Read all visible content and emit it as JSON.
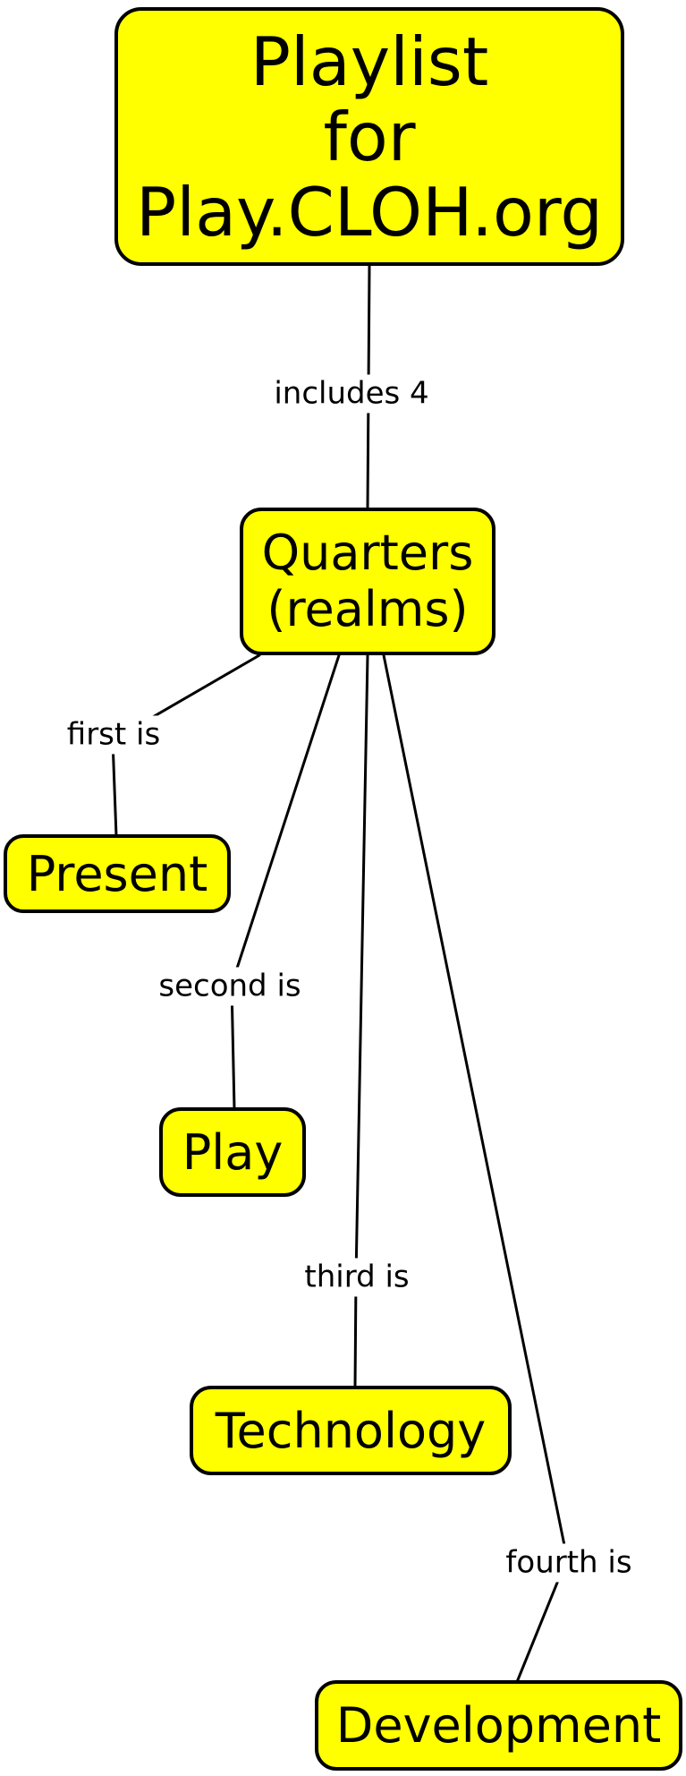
{
  "colors": {
    "canvas_bg": "#ffffff",
    "node_fill": "#ffff00",
    "node_border": "#000000",
    "line_color": "#000000",
    "text_color": "#000000"
  },
  "nodes": {
    "playlist": {
      "lines": [
        "Playlist",
        "for",
        "Play.CLOH.org"
      ]
    },
    "quarters": {
      "lines": [
        "Quarters",
        "(realms)"
      ]
    },
    "present": {
      "label": "Present"
    },
    "play": {
      "label": "Play"
    },
    "technology": {
      "label": "Technology"
    },
    "development": {
      "label": "Development"
    }
  },
  "edges": {
    "includes": {
      "label": "includes 4",
      "from": "playlist",
      "to": "quarters"
    },
    "first": {
      "label": "first is",
      "from": "quarters",
      "to": "present"
    },
    "second": {
      "label": "second is",
      "from": "quarters",
      "to": "play"
    },
    "third": {
      "label": "third is",
      "from": "quarters",
      "to": "technology"
    },
    "fourth": {
      "label": "fourth is",
      "from": "quarters",
      "to": "development"
    }
  }
}
